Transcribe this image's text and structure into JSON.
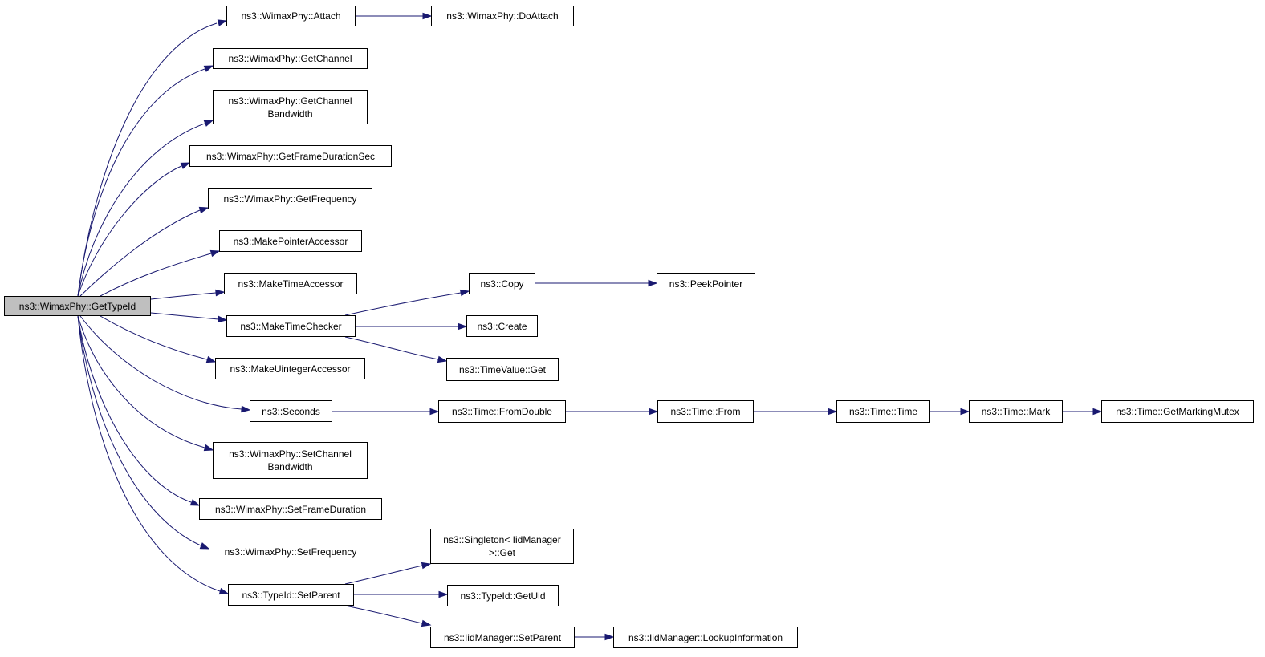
{
  "colors": {
    "edge": "#191970",
    "node_border": "#000000",
    "node_fill": "#ffffff",
    "root_fill": "#bfbfbf"
  },
  "nodes": {
    "gettypeid": {
      "lines": [
        "ns3::WimaxPhy::GetTypeId"
      ]
    },
    "attach": {
      "lines": [
        "ns3::WimaxPhy::Attach"
      ]
    },
    "doattach": {
      "lines": [
        "ns3::WimaxPhy::DoAttach"
      ]
    },
    "getchannel": {
      "lines": [
        "ns3::WimaxPhy::GetChannel"
      ]
    },
    "getchannelbw": {
      "lines": [
        "ns3::WimaxPhy::GetChannel",
        "Bandwidth"
      ]
    },
    "getframeduration": {
      "lines": [
        "ns3::WimaxPhy::GetFrameDurationSec"
      ]
    },
    "getfrequency": {
      "lines": [
        "ns3::WimaxPhy::GetFrequency"
      ]
    },
    "makepointeraccessor": {
      "lines": [
        "ns3::MakePointerAccessor"
      ]
    },
    "maketimeaccessor": {
      "lines": [
        "ns3::MakeTimeAccessor"
      ]
    },
    "maketimechecker": {
      "lines": [
        "ns3::MakeTimeChecker"
      ]
    },
    "makeuintegeraccessor": {
      "lines": [
        "ns3::MakeUintegerAccessor"
      ]
    },
    "seconds": {
      "lines": [
        "ns3::Seconds"
      ]
    },
    "setchannelbw": {
      "lines": [
        "ns3::WimaxPhy::SetChannel",
        "Bandwidth"
      ]
    },
    "setframeduration": {
      "lines": [
        "ns3::WimaxPhy::SetFrameDuration"
      ]
    },
    "setfrequency": {
      "lines": [
        "ns3::WimaxPhy::SetFrequency"
      ]
    },
    "setparent": {
      "lines": [
        "ns3::TypeId::SetParent"
      ]
    },
    "copy": {
      "lines": [
        "ns3::Copy"
      ]
    },
    "peekpointer": {
      "lines": [
        "ns3::PeekPointer"
      ]
    },
    "create": {
      "lines": [
        "ns3::Create"
      ]
    },
    "timevalueget": {
      "lines": [
        "ns3::TimeValue::Get"
      ]
    },
    "fromdouble": {
      "lines": [
        "ns3::Time::FromDouble"
      ]
    },
    "timefrom": {
      "lines": [
        "ns3::Time::From"
      ]
    },
    "timetime": {
      "lines": [
        "ns3::Time::Time"
      ]
    },
    "timemark": {
      "lines": [
        "ns3::Time::Mark"
      ]
    },
    "getmarkingmutex": {
      "lines": [
        "ns3::Time::GetMarkingMutex"
      ]
    },
    "singletonget": {
      "lines": [
        "ns3::Singleton< IidManager",
        ">::Get"
      ]
    },
    "getuid": {
      "lines": [
        "ns3::TypeId::GetUid"
      ]
    },
    "iidsetparent": {
      "lines": [
        "ns3::IidManager::SetParent"
      ]
    },
    "lookupinfo": {
      "lines": [
        "ns3::IidManager::LookupInformation"
      ]
    }
  }
}
